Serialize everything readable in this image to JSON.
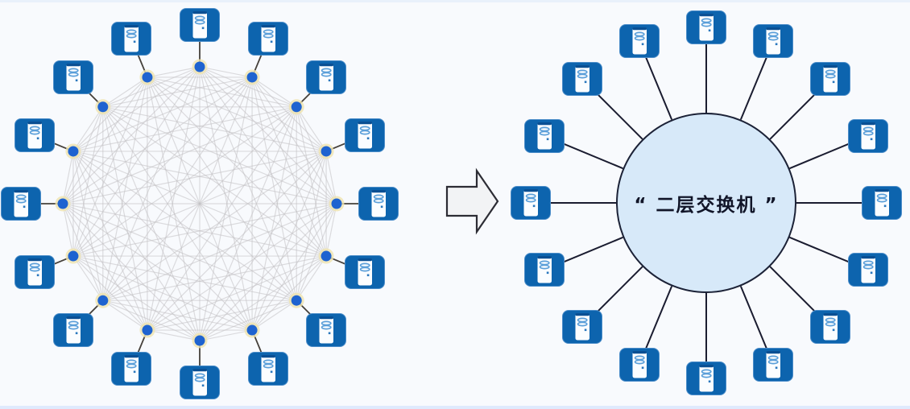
{
  "diagram": {
    "left": {
      "topology": "full-mesh",
      "node_count": 16,
      "node_icon": "server-tower-icon"
    },
    "arrow": {
      "icon": "block-arrow-right-icon",
      "direction": "right"
    },
    "right": {
      "topology": "star",
      "node_count": 16,
      "node_icon": "server-tower-icon",
      "hub_label": "“ 二层交换机 ”"
    }
  },
  "colors": {
    "background": "#f8fafd",
    "icon_blue": "#0d64ae",
    "icon_inner_white": "#fbfdff",
    "dot_blue": "#1e63d0",
    "dot_halo": "#efe3ae",
    "mesh_line": "#c3c1c4",
    "stub_line": "#45403a",
    "star_line": "#1a1c30",
    "hub_fill": "#d7e9f9",
    "hub_border": "#1c2237",
    "hub_text": "#111528",
    "arrow_fill": "#f2f3f5",
    "arrow_border": "#2c2c34"
  }
}
